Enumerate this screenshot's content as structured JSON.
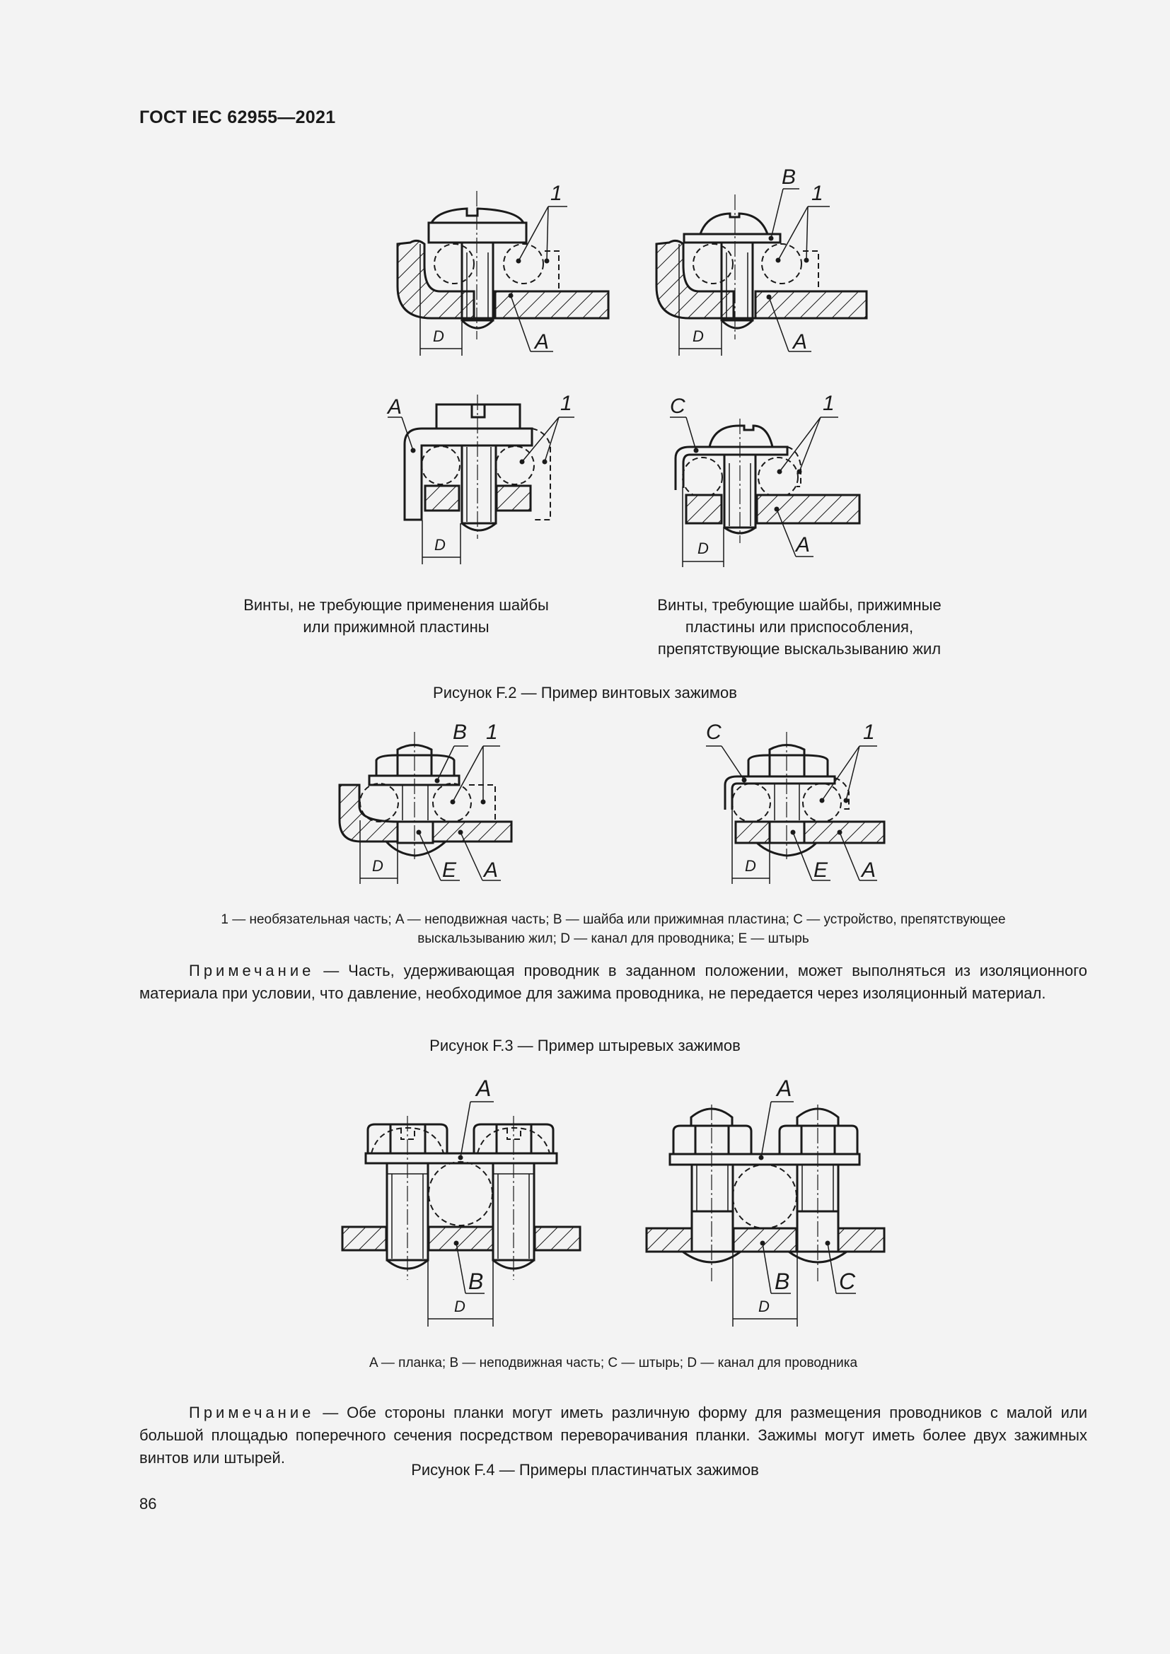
{
  "header": {
    "title": "ГОСТ IEC 62955—2021"
  },
  "figure_f2": {
    "labels": {
      "one": "1",
      "A": "A",
      "B": "B",
      "C": "C",
      "D": "D"
    },
    "caption_left": [
      "Винты, не требующие применения шайбы",
      "или прижимной пластины"
    ],
    "caption_right": [
      "Винты, требующие шайбы, прижимные",
      "пластины или приспособления,",
      "препятствующие выскальзыванию жил"
    ],
    "title": "Рисунок F.2 — Пример винтовых зажимов"
  },
  "figure_f3": {
    "labels": {
      "one": "1",
      "A": "A",
      "B": "B",
      "C": "C",
      "D": "D",
      "E": "E"
    },
    "legend": [
      "1 — необязательная часть; A — неподвижная часть; B — шайба или прижимная пластина; C — устройство, препятствующее",
      "выскальзыванию жил; D — канал для проводника; E — штырь"
    ],
    "note": {
      "label": "Примечание",
      "text": " — Часть, удерживающая проводник в заданном положении, может выполняться из изоляционного материала при условии, что давление, необходимое для зажима проводника, не передается через изоляционный материал."
    },
    "title": "Рисунок F.3 — Пример штыревых зажимов"
  },
  "figure_f4": {
    "labels": {
      "A": "A",
      "B": "B",
      "C": "C",
      "D": "D"
    },
    "legend": "A — планка; B — неподвижная часть; C — штырь; D — канал для проводника",
    "note": {
      "label": "Примечание",
      "text": " — Обе стороны планки могут иметь различную форму для размещения проводников с малой или большой площадью поперечного сечения посредством переворачивания планки. Зажимы могут иметь более двух зажимных винтов или штырей."
    },
    "title": "Рисунок F.4 — Примеры пластинчатых зажимов"
  },
  "page_number": "86"
}
